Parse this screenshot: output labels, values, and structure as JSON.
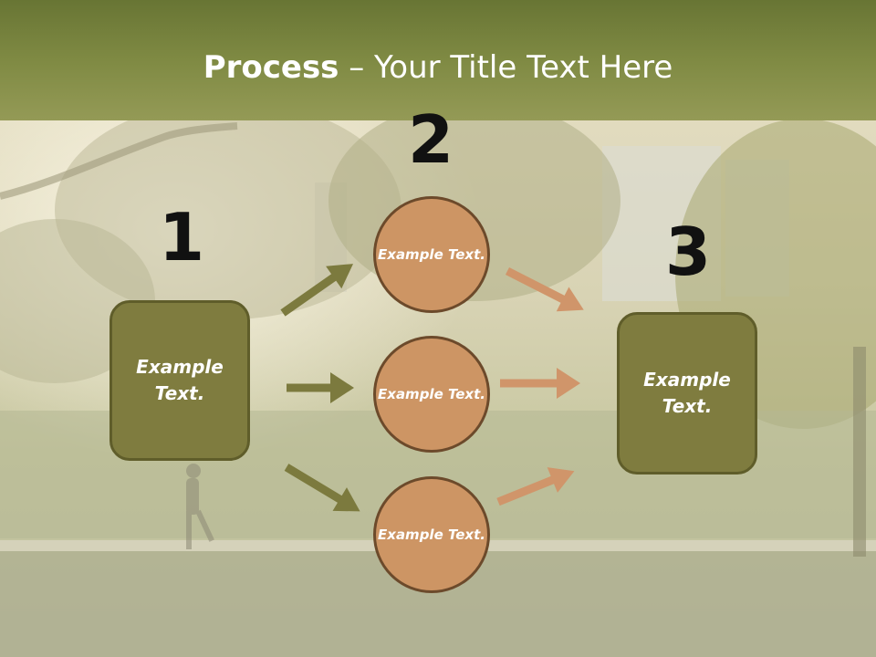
{
  "slide": {
    "title_bold": "Process",
    "title_rest": " – Your Title Text Here"
  },
  "steps": {
    "one": {
      "number": "1",
      "label": "Example Text."
    },
    "two": {
      "number": "2"
    },
    "three": {
      "number": "3",
      "label": "Example Text."
    }
  },
  "circles": [
    {
      "label": "Example Text."
    },
    {
      "label": "Example Text."
    },
    {
      "label": "Example Text."
    }
  ],
  "colors": {
    "title_band": "#7f8a43",
    "box_fill": "#7f7c3f",
    "circle_fill": "#cd9564",
    "left_arrows": "#7c7a3e",
    "right_arrows": "#d0956a"
  }
}
